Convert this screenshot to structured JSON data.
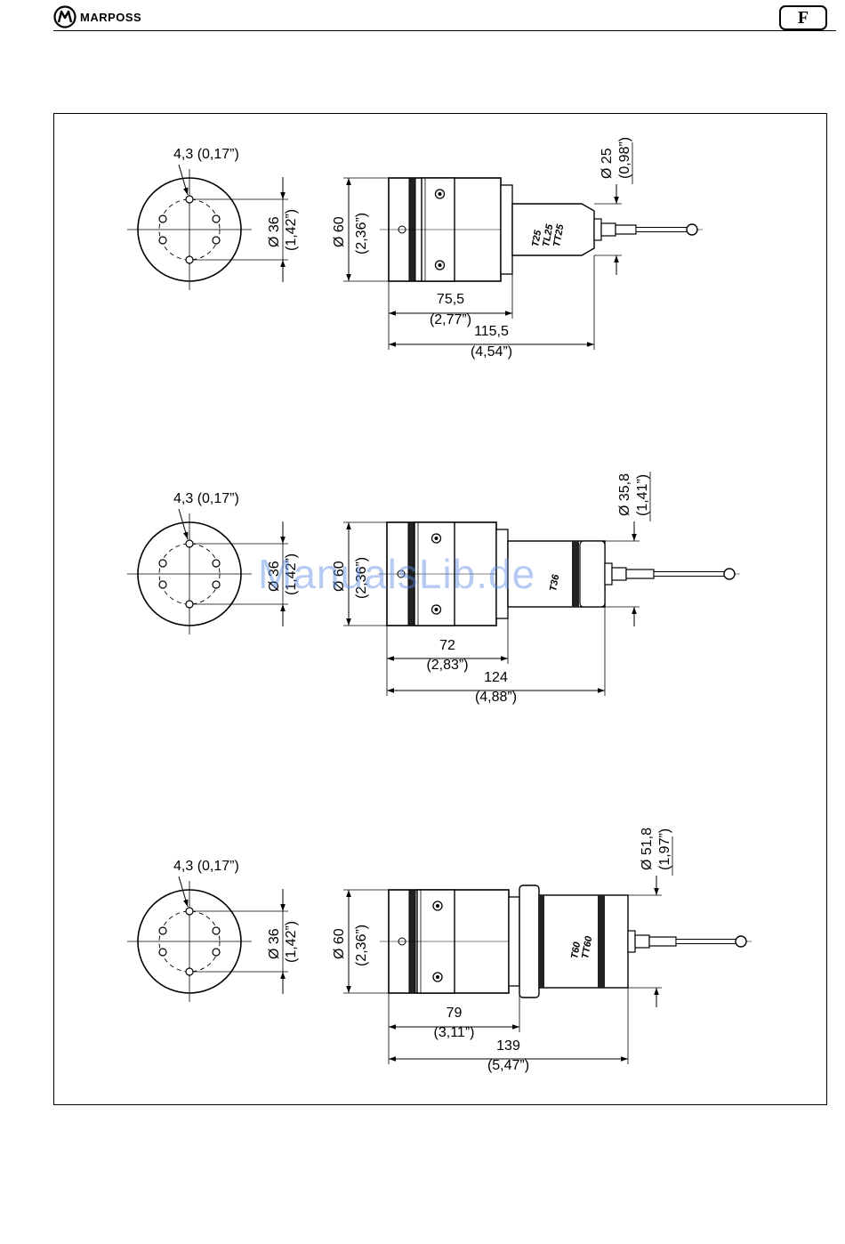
{
  "header": {
    "brand": "MARPOSS",
    "section_letter": "F"
  },
  "watermark": "ManualsLib.de",
  "drawings": [
    {
      "flange": {
        "hole_label": "4,3  (0,17”)",
        "pcd_mm": "Ø 36",
        "pcd_in": "(1,42”)"
      },
      "body": {
        "diameter_mm": "Ø 60",
        "diameter_in": "(2,36”)",
        "model_lines": [
          "T25",
          "TL25",
          "TT25"
        ],
        "tip_diameter_mm": "Ø 25",
        "tip_diameter_in": "(0,98”)",
        "length_short_mm": "75,5",
        "length_short_in": "(2,77”)",
        "length_total_mm": "115,5",
        "length_total_in": "(4,54”)"
      }
    },
    {
      "flange": {
        "hole_label": "4,3  (0,17”)",
        "pcd_mm": "Ø 36",
        "pcd_in": "(1,42”)"
      },
      "body": {
        "diameter_mm": "Ø 60",
        "diameter_in": "(2,36”)",
        "model_lines": [
          "T36"
        ],
        "tip_diameter_mm": "Ø 35,8",
        "tip_diameter_in": "(1,41”)",
        "length_short_mm": "72",
        "length_short_in": "(2,83”)",
        "length_total_mm": "124",
        "length_total_in": "(4,88”)"
      }
    },
    {
      "flange": {
        "hole_label": "4,3  (0,17”)",
        "pcd_mm": "Ø 36",
        "pcd_in": "(1,42”)"
      },
      "body": {
        "diameter_mm": "Ø 60",
        "diameter_in": "(2,36”)",
        "model_lines": [
          "T60",
          "TT60"
        ],
        "tip_diameter_mm": "Ø 51,8",
        "tip_diameter_in": "(1,97”)",
        "length_short_mm": "79",
        "length_short_in": "(3,11”)",
        "length_total_mm": "139",
        "length_total_in": "(5,47”)"
      }
    }
  ]
}
